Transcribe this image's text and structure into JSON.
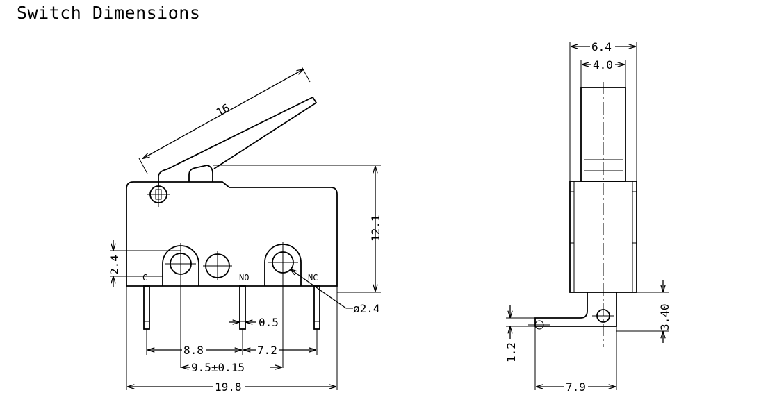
{
  "title": "Switch Dimensions",
  "front": {
    "lever": "16",
    "height": "12.1",
    "hole_spacing_v": "2.4",
    "c_label": "C",
    "no_label": "NO",
    "nc_label": "NC",
    "hole_dia": "ø2.4",
    "pin_width": "0.5",
    "c_no_spacing": "8.8",
    "no_nc_spacing": "7.2",
    "hole_spacing": "9.5±0.15",
    "total_width": "19.8"
  },
  "side": {
    "width_outer": "6.4",
    "width_inner": "4.0",
    "pin_offset": "3.40",
    "pin_thickness": "1.2",
    "pin_pos": "7.9"
  }
}
